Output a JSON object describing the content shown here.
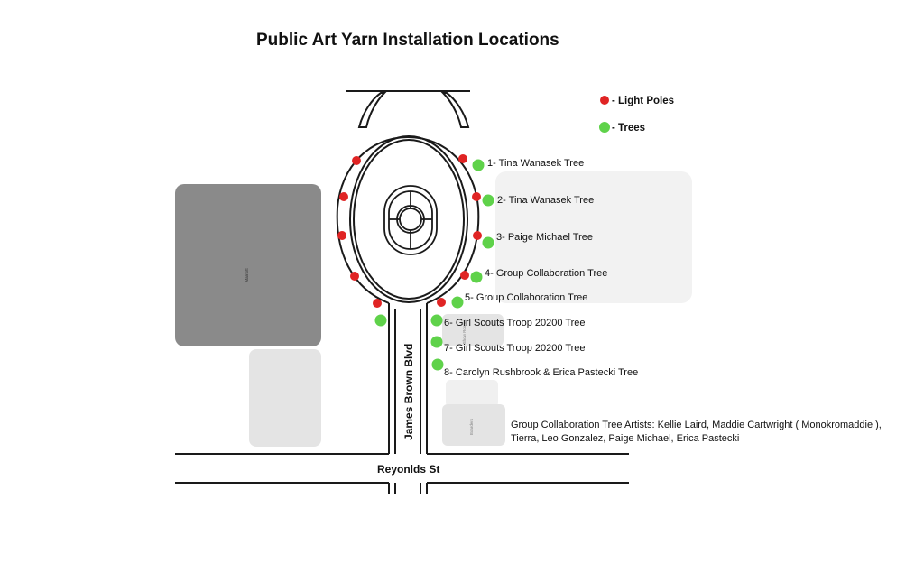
{
  "title": "Public Art Yarn Installation Locations",
  "legend": [
    {
      "label": "- Light Poles",
      "color": "#e02424"
    },
    {
      "label": "- Trees",
      "color": "#5fd24a"
    }
  ],
  "colors": {
    "light_pole": "#e02424",
    "tree": "#5fd24a",
    "building_dark": "#8a8a8a",
    "building_light": "#e4e4e4",
    "panel": "#f2f2f2"
  },
  "streets": {
    "boulevard": "James Brown Blvd",
    "cross_street": "Reyonlds St"
  },
  "buildings": {
    "marriott": "Marriott",
    "small_1": "Show Rooms",
    "small_2": "Boarders"
  },
  "trees": [
    {
      "label": "1- Tina Wanasek Tree"
    },
    {
      "label": "2- Tina Wanasek Tree"
    },
    {
      "label": "3- Paige Michael Tree"
    },
    {
      "label": "4- Group Collaboration Tree"
    },
    {
      "label": "5- Group Collaboration Tree"
    },
    {
      "label": "6- Girl Scouts Troop 20200 Tree"
    },
    {
      "label": "7- Girl Scouts Troop 20200 Tree"
    },
    {
      "label": "8- Carolyn Rushbrook & Erica Pastecki Tree"
    }
  ],
  "artists_note": {
    "line1": "Group Collaboration Tree Artists: Kellie Laird, Maddie Cartwright ( Monokromaddie ),",
    "line2": "Tierra, Leo Gonzalez, Paige Michael, Erica Pastecki"
  }
}
